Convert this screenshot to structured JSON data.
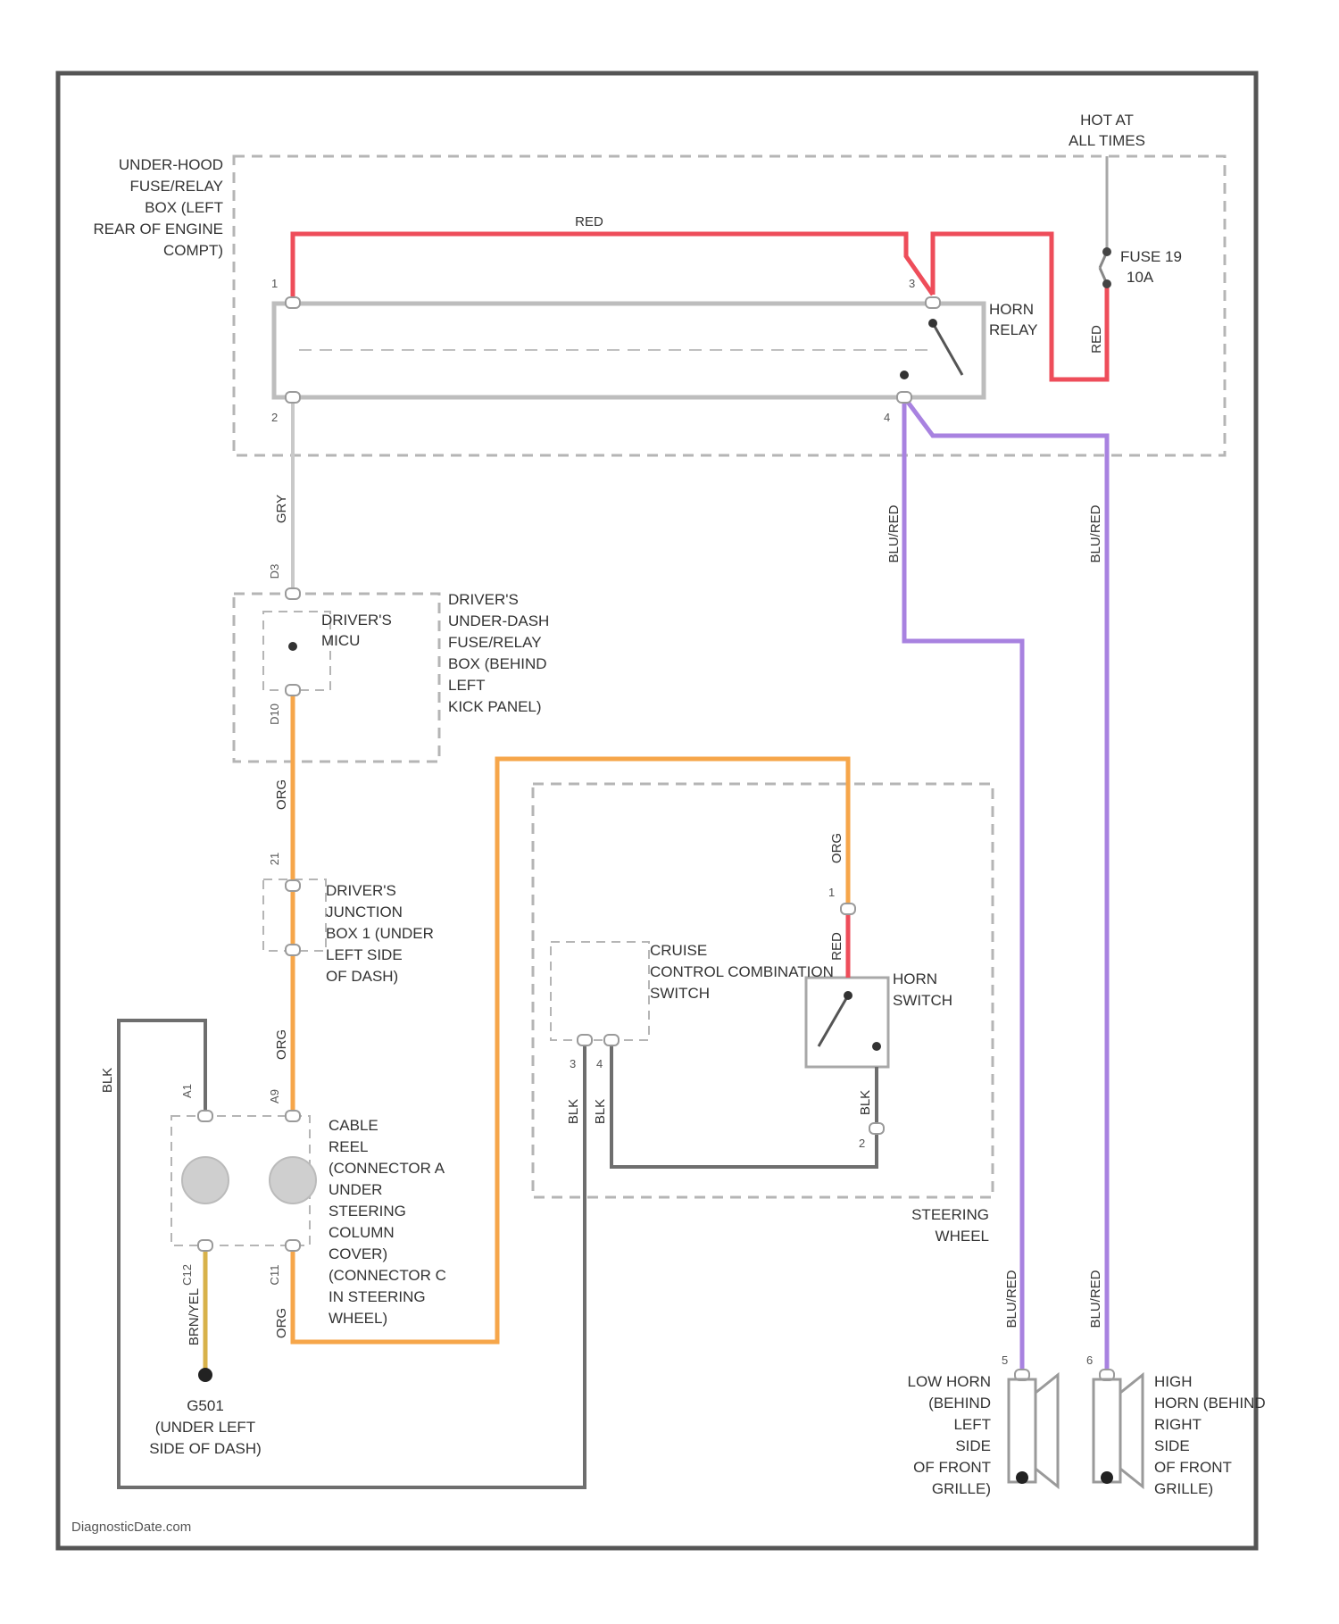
{
  "colors": {
    "red": "#ee4d5a",
    "orange": "#f6a64a",
    "purple": "#a882e0",
    "gray_wire": "#c9c9c9",
    "black_wire": "#6e6e6e",
    "yellow_wire": "#d8b24a",
    "frame": "#555555",
    "dashed_box": "#b5b5b5"
  },
  "labels": {
    "hot_at_all_times": [
      "HOT AT",
      "ALL TIMES"
    ],
    "underhood_box": [
      "UNDER-HOOD",
      "FUSE/RELAY",
      "BOX (LEFT",
      "REAR OF ENGINE",
      "COMPT)"
    ],
    "fuse": [
      "FUSE 19",
      "10A"
    ],
    "horn_relay": [
      "HORN",
      "RELAY"
    ],
    "drivers_micu": [
      "DRIVER'S",
      "MICU"
    ],
    "drivers_underdash_box": [
      "DRIVER'S",
      "UNDER-DASH",
      "FUSE/RELAY",
      "BOX (BEHIND",
      "LEFT",
      "KICK PANEL)"
    ],
    "junction_box": [
      "DRIVER'S",
      "JUNCTION",
      "BOX 1 (UNDER",
      "LEFT SIDE",
      "OF DASH)"
    ],
    "cruise_switch": [
      "CRUISE",
      "CONTROL COMBINATION",
      "SWITCH"
    ],
    "horn_switch": [
      "HORN",
      "SWITCH"
    ],
    "steering_wheel": [
      "STEERING",
      "WHEEL"
    ],
    "cable_reel": [
      "CABLE",
      "REEL",
      "(CONNECTOR A",
      "UNDER",
      "STEERING",
      "COLUMN",
      "COVER)",
      "(CONNECTOR C",
      "IN STEERING",
      "WHEEL)"
    ],
    "ground": [
      "G501",
      "(UNDER LEFT",
      "SIDE OF DASH)"
    ],
    "low_horn": [
      "LOW HORN",
      "(BEHIND",
      "LEFT",
      "SIDE",
      "OF FRONT",
      "GRILLE)"
    ],
    "high_horn": [
      "HIGH",
      "HORN (BEHIND",
      "RIGHT",
      "SIDE",
      "OF FRONT",
      "GRILLE)"
    ],
    "credit": "DiagnosticDate.com"
  },
  "wire_labels": {
    "red_top": "RED",
    "red_fuse": "RED",
    "gry": "GRY",
    "blured_1": "BLU/RED",
    "blured_2": "BLU/RED",
    "blured_3": "BLU/RED",
    "blured_4": "BLU/RED",
    "org_1": "ORG",
    "org_2": "ORG",
    "org_3": "ORG",
    "org_4": "ORG",
    "org_5": "ORG",
    "org_sw": "ORG",
    "red_sw": "RED",
    "blk_left": "BLK",
    "brn_yel": "BRN/YEL",
    "blk_a": "BLK",
    "blk_b": "BLK",
    "blk_sw": "BLK"
  },
  "pins": {
    "relay_1": "1",
    "relay_2": "2",
    "relay_3": "3",
    "relay_4": "4",
    "p_d3": "D3",
    "p_d10": "D10",
    "p_21": "21",
    "p_a9": "A9",
    "p_a1": "A1",
    "p_c12": "C12",
    "p_c11": "C11",
    "p_1": "1",
    "p_2": "2",
    "p_3": "3",
    "p_4": "4",
    "p_5": "5",
    "p_6": "6"
  }
}
